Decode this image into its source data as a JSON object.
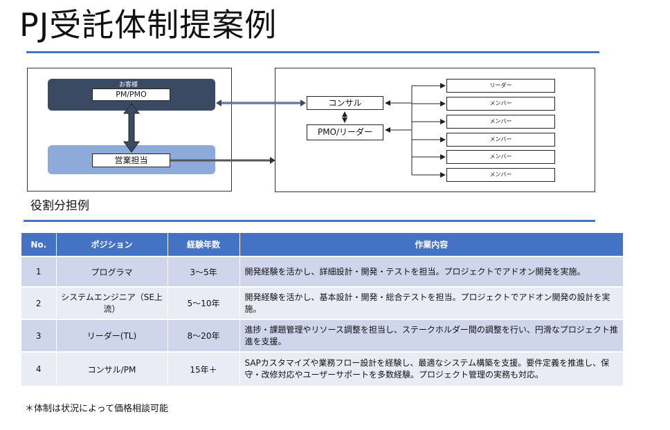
{
  "title": "PJ受託体制提案例",
  "org_chart": {
    "client_label": "お客様",
    "pm_label": "PM/PMO",
    "sales_label": "営業担当",
    "consul_label": "コンサル",
    "pmo_leader_label": "PMO/リーダー",
    "members": [
      "リーダー",
      "メンバー",
      "メンバー",
      "メンバー",
      "メンバー",
      "メンバー"
    ],
    "colors": {
      "client": "#3b4a63",
      "sales": "#8eaadb",
      "accent": "#4472c4"
    }
  },
  "section_title": "役割分担例",
  "table": {
    "headers": [
      "No.",
      "ポジション",
      "経験年数",
      "作業内容"
    ],
    "rows": [
      {
        "no": "1",
        "position": "プログラマ",
        "years": "3～5年",
        "work": "開発経験を活かし、詳細設計・開発・テストを担当。プロジェクトでアドオン開発を実施。"
      },
      {
        "no": "2",
        "position": "システムエンジニア（SE上流）",
        "years": "5～10年",
        "work": "開発経験を活かし、基本設計・開発・総合テストを担当。プロジェクトでアドオン開発の設計を実施。"
      },
      {
        "no": "3",
        "position": "リーダー(TL)",
        "years": "8～20年",
        "work": "進捗・課題管理やリソース調整を担当し、ステークホルダー間の調整を行い、円滑なプロジェクト推進を支援。"
      },
      {
        "no": "4",
        "position": "コンサル/PM",
        "years": "15年＋",
        "work": "SAPカスタマイズや業務フロー設計を経験し、最適なシステム構築を支援。要件定義を推進し、保守・改修対応やユーザーサポートを多数経験。プロジェクト管理の実務も対応。"
      }
    ]
  },
  "footnote": "＊体制は状況によって価格相談可能"
}
